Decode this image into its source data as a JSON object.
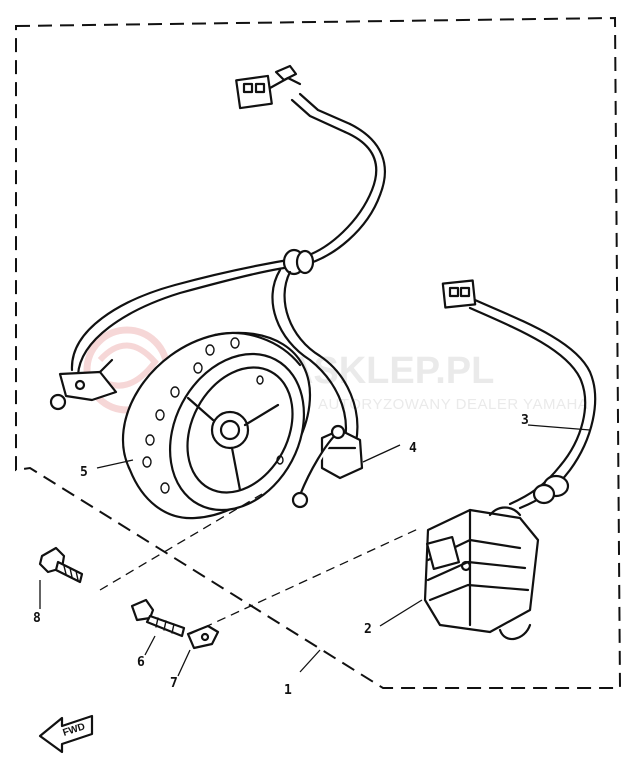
{
  "watermark": {
    "brand": "YAMASKLEP.PL",
    "tagline": "AUTORYZOWANY DEALER YAMAHA",
    "logo_color": "#f3c9c9",
    "text_color": "#d9d9d9"
  },
  "callouts": {
    "assembly": "1",
    "ignition_coil": "2",
    "coil_lead": "3",
    "pickup_coil": "4",
    "flywheel_stator": "5",
    "screw": "6",
    "clamp": "7",
    "bolt": "8"
  },
  "direction_label": "FWD",
  "colors": {
    "ink": "#111111",
    "background": "#ffffff"
  }
}
